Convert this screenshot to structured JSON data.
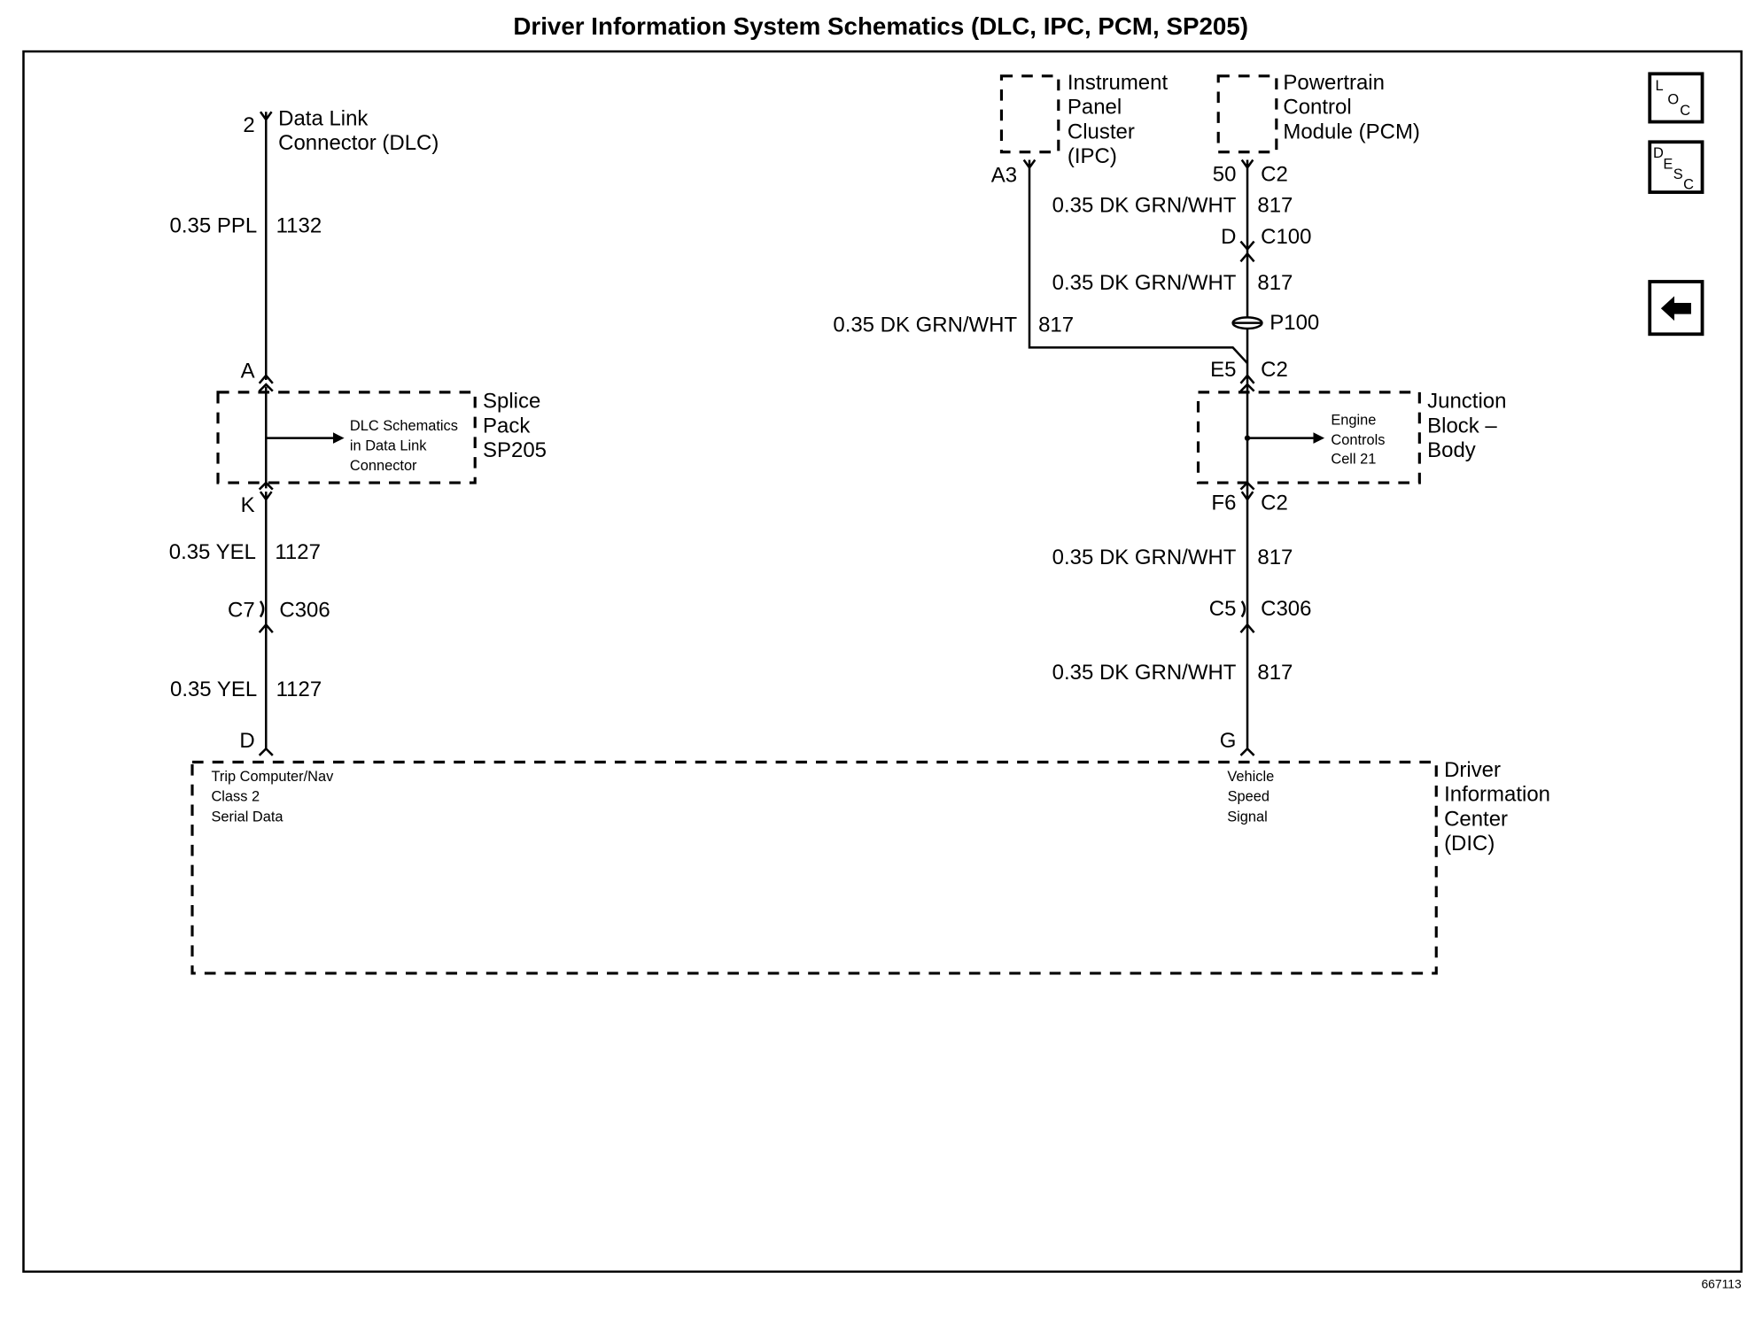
{
  "title": "Driver Information System Schematics (DLC, IPC, PCM, SP205)",
  "figure_code": "667113",
  "nav_buttons": {
    "loc": [
      "L",
      "O",
      "C"
    ],
    "desc": [
      "D",
      "E",
      "S",
      "C"
    ],
    "back_icon": "left-arrow-icon"
  },
  "left_circuit": {
    "dlc_pin": "2",
    "dlc_label": [
      "Data Link",
      "Connector (DLC)"
    ],
    "wire1": {
      "gauge_color": "0.35 PPL",
      "circuit": "1132"
    },
    "splice_in_pin": "A",
    "splice_out_pin": "K",
    "splice_ref": [
      "DLC Schematics",
      "in Data Link",
      "Connector"
    ],
    "splice_label": [
      "Splice",
      "Pack",
      "SP205"
    ],
    "wire2": {
      "gauge_color": "0.35 YEL",
      "circuit": "1127"
    },
    "inline_pin": "C7",
    "inline_connector": "C306",
    "wire3": {
      "gauge_color": "0.35 YEL",
      "circuit": "1127"
    },
    "dic_pin": "D"
  },
  "right_circuit": {
    "ipc_label": [
      "Instrument",
      "Panel",
      "Cluster",
      "(IPC)"
    ],
    "ipc_pin": "A3",
    "pcm_label": [
      "Powertrain",
      "Control",
      "Module (PCM)"
    ],
    "pcm_pin": "50",
    "pcm_connector": "C2",
    "wire_a": {
      "gauge_color": "0.35 DK GRN/WHT",
      "circuit": "817"
    },
    "c100_pin": "D",
    "c100_connector": "C100",
    "wire_b": {
      "gauge_color": "0.35 DK GRN/WHT",
      "circuit": "817"
    },
    "ipc_wire": {
      "gauge_color": "0.35 DK GRN/WHT",
      "circuit": "817"
    },
    "splice": "P100",
    "jb_in_pin": "E5",
    "jb_in_connector": "C2",
    "jb_ref": [
      "Engine",
      "Controls",
      "Cell 21"
    ],
    "jb_label": [
      "Junction",
      "Block –",
      "Body"
    ],
    "jb_out_pin": "F6",
    "jb_out_connector": "C2",
    "wire_c": {
      "gauge_color": "0.35 DK GRN/WHT",
      "circuit": "817"
    },
    "inline_pin": "C5",
    "inline_connector": "C306",
    "wire_d": {
      "gauge_color": "0.35 DK GRN/WHT",
      "circuit": "817"
    },
    "dic_pin": "G"
  },
  "dic": {
    "label": [
      "Driver",
      "Information",
      "Center",
      "(DIC)"
    ],
    "left_function": [
      "Trip Computer/Nav",
      "Class 2",
      "Serial Data"
    ],
    "right_function": [
      "Vehicle",
      "Speed",
      "Signal"
    ]
  }
}
